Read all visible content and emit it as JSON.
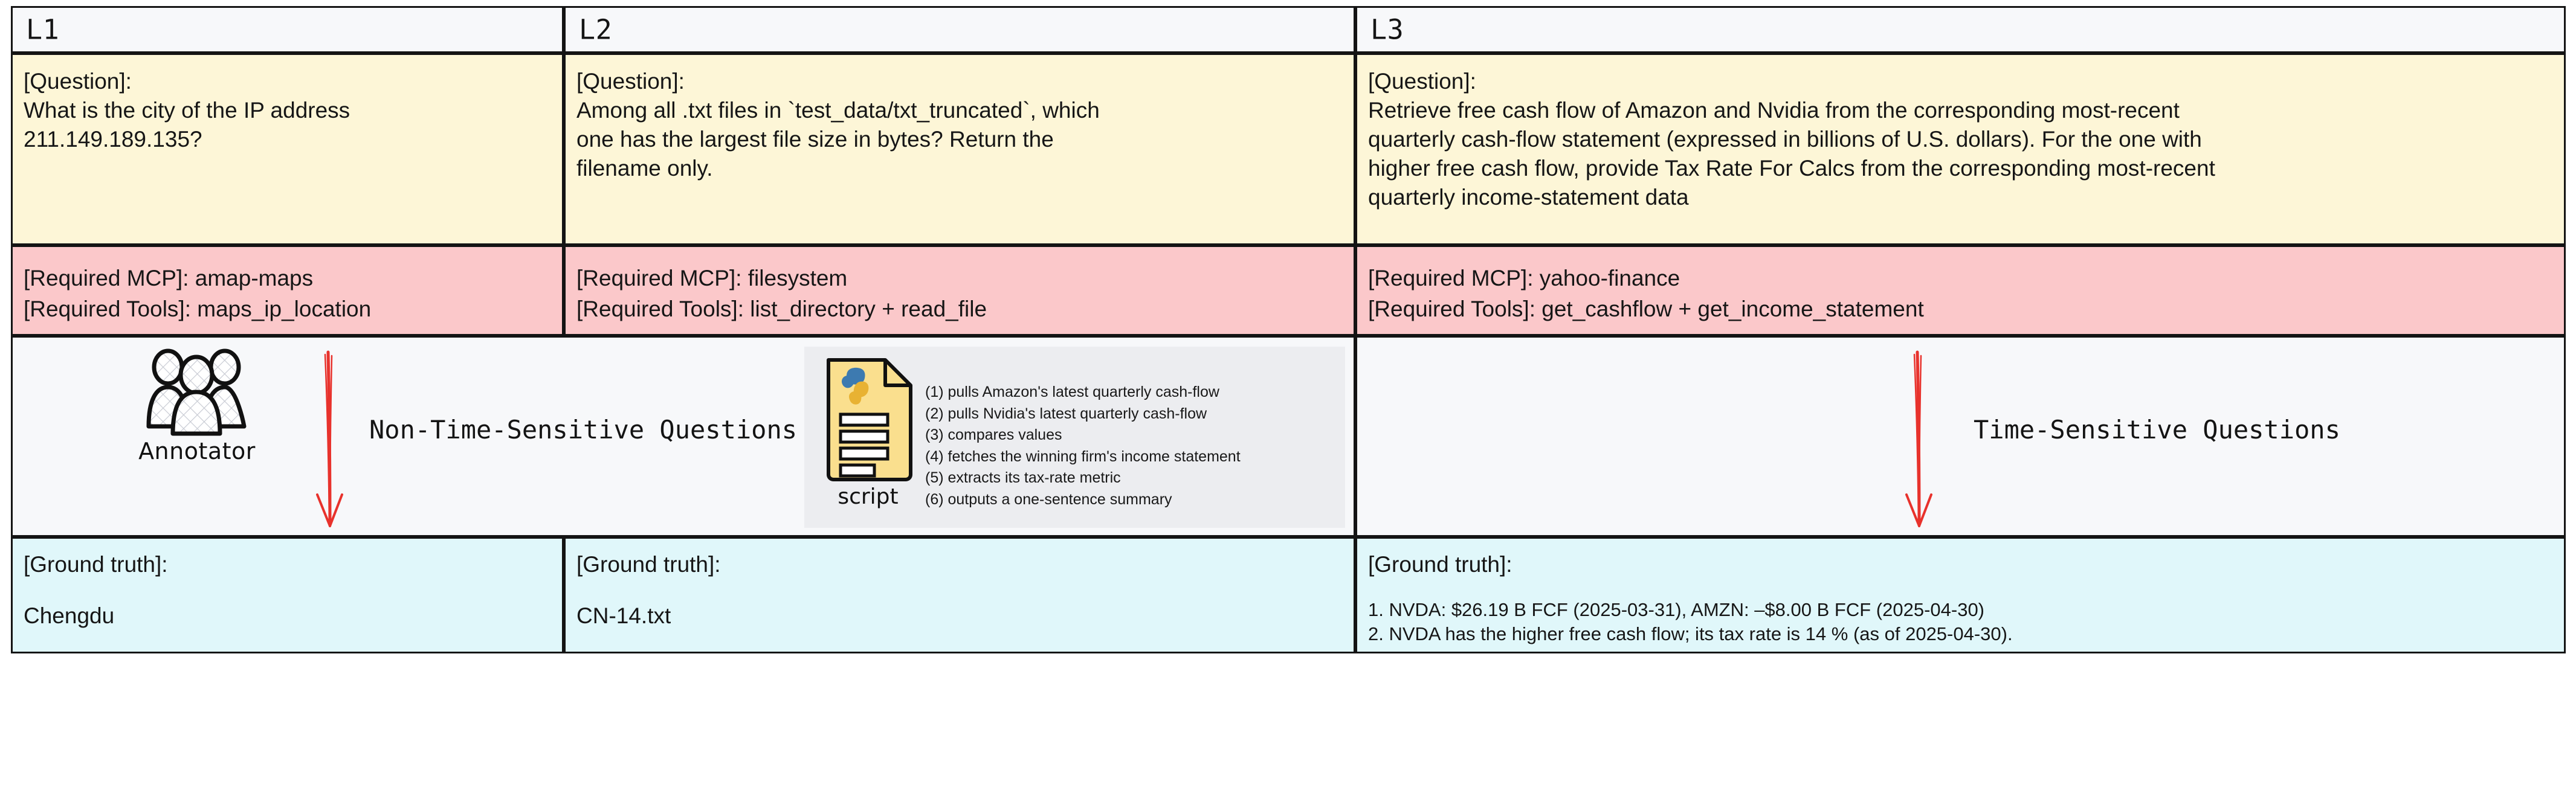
{
  "columns": [
    {
      "header": "L1",
      "question_label": "[Question]:",
      "question_text": "What is the city of the IP address\n211.149.189.135?",
      "required_mcp": "[Required MCP]: amap-maps",
      "required_tools": "[Required Tools]: maps_ip_location",
      "ground_truth_label": "[Ground truth]:",
      "ground_truth_text": "Chengdu"
    },
    {
      "header": "L2",
      "question_label": "[Question]:",
      "question_text": "Among all .txt files in `test_data/txt_truncated`, which\none has the largest file size in bytes? Return the\nfilename only.",
      "required_mcp": "[Required MCP]: filesystem",
      "required_tools": "[Required Tools]:  list_directory + read_file",
      "ground_truth_label": "[Ground truth]:",
      "ground_truth_text": "CN-14.txt"
    },
    {
      "header": "L3",
      "question_label": "[Question]:",
      "question_text": "Retrieve free cash flow of Amazon and Nvidia from the corresponding most-recent\nquarterly cash-flow statement (expressed in billions of U.S. dollars). For the one with\nhigher free cash flow, provide Tax Rate For Calcs from the corresponding most-recent\nquarterly income-statement data",
      "required_mcp": "[Required MCP]: yahoo-finance",
      "required_tools": "[Required Tools]: get_cashflow + get_income_statement",
      "ground_truth_label": "[Ground truth]:",
      "ground_truth_text": "1. NVDA: $26.19 B FCF (2025-03-31), AMZN: –$8.00 B FCF (2025-04-30)\n2. NVDA has the higher free cash flow; its tax rate is 14 % (as of 2025-04-30)."
    }
  ],
  "middle": {
    "annotator_label": "Annotator",
    "non_time_sensitive_tag": "Non-Time-Sensitive Questions",
    "time_sensitive_tag": "Time-Sensitive Questions",
    "script_label": "script",
    "script_steps": [
      "(1) pulls Amazon's latest quarterly cash-flow",
      "(2) pulls Nvidia's latest quarterly cash-flow",
      "(3) compares values",
      "(4) fetches the winning firm's income statement",
      "(5) extracts its tax-rate metric",
      "(6) outputs a one-sentence summary"
    ]
  },
  "colors": {
    "question_band": "#fdf6d7",
    "mcp_band": "#fbc8ca",
    "ground_truth_band": "#e0f7fa",
    "header_band": "#f7f8fa",
    "arrow": "#e8322c",
    "script_panel": "#ecedf0",
    "script_doc": "#fadf8e",
    "border": "#141414"
  }
}
